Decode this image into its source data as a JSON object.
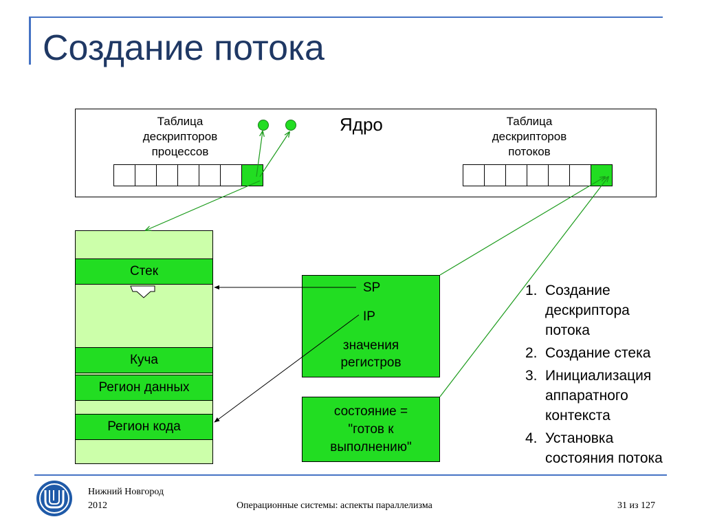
{
  "slide": {
    "title": "Создание потока"
  },
  "kernel": {
    "label": "Ядро",
    "process_table_label": [
      "Таблица",
      "дескрипторов",
      "процессов"
    ],
    "thread_table_label": [
      "Таблица",
      "дескрипторов",
      "потоков"
    ]
  },
  "memory": {
    "stack": "Стек",
    "heap": "Куча",
    "data_region": "Регион данных",
    "code_region": "Регион кода"
  },
  "context": {
    "sp": "SP",
    "ip": "IP",
    "registers": [
      "значения",
      "регистров"
    ]
  },
  "state": {
    "lines": [
      "состояние =",
      "\"готов к",
      "выполнению\""
    ]
  },
  "steps": [
    {
      "num": "1.",
      "text": [
        "Создание",
        "дескриптора",
        "потока"
      ]
    },
    {
      "num": "2.",
      "text": [
        "Создание стека"
      ]
    },
    {
      "num": "3.",
      "text": [
        "Инициализация",
        "аппаратного",
        "контекста"
      ]
    },
    {
      "num": "4.",
      "text": [
        "Установка",
        "состояния потока"
      ]
    }
  ],
  "footer": {
    "city": "Нижний Новгород",
    "year": "2012",
    "course": "Операционные системы: аспекты параллелизма",
    "page": "31 из 127"
  },
  "colors": {
    "accent": "#4472c4",
    "title": "#1f3864",
    "green": "#22dd22",
    "light_green": "#ccffaa",
    "arrow": "#1a9a1a"
  }
}
